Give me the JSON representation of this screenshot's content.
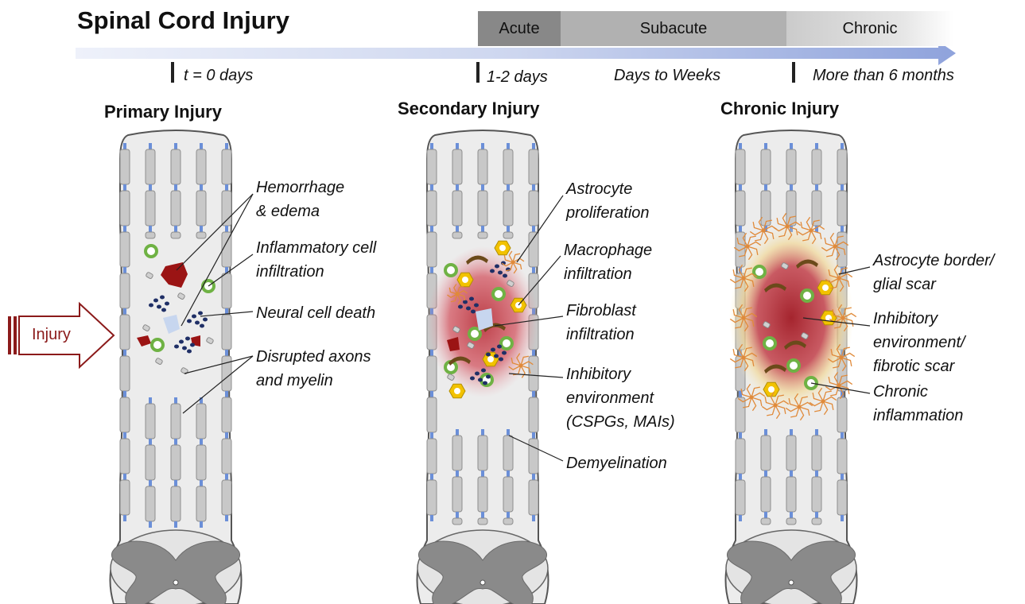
{
  "title": "Spinal Cord Injury",
  "phases": {
    "acute": "Acute",
    "subacute": "Subacute",
    "chronic": "Chronic"
  },
  "timepoints": {
    "t0": "t = 0 days",
    "t1": "1-2 days",
    "t2": "Days to Weeks",
    "t3": "More than 6 months"
  },
  "panels": {
    "primary": {
      "title": "Primary Injury",
      "labels": [
        "Hemorrhage",
        "& edema",
        "Inflammatory cell",
        "infiltration",
        "Neural cell death",
        "Disrupted axons",
        "and myelin"
      ]
    },
    "secondary": {
      "title": "Secondary Injury",
      "labels": [
        "Astrocyte",
        "proliferation",
        "Macrophage",
        "infiltration",
        "Fibroblast",
        "infiltration",
        "Inhibitory",
        "environment",
        "(CSPGs, MAIs)",
        "Demyelination"
      ]
    },
    "chronic": {
      "title": "Chronic Injury",
      "labels": [
        "Astrocyte border/",
        "glial scar",
        "Inhibitory",
        "environment/",
        "fibrotic scar",
        "Chronic",
        "inflammation"
      ]
    }
  },
  "injury_arrow": "Injury",
  "colors": {
    "axon": "#6b8fd8",
    "myelin": "#c8c8c8",
    "hemorrhage": "#9b1414",
    "lesion": "#b8242e",
    "astrocyte": "#e08a3a",
    "macrophage": "#f2c200",
    "inflammatory": "#6fb244",
    "neuron": "#1f2f66",
    "fibroblast": "#6b4a1a",
    "timeline": "#c9d4ee"
  }
}
